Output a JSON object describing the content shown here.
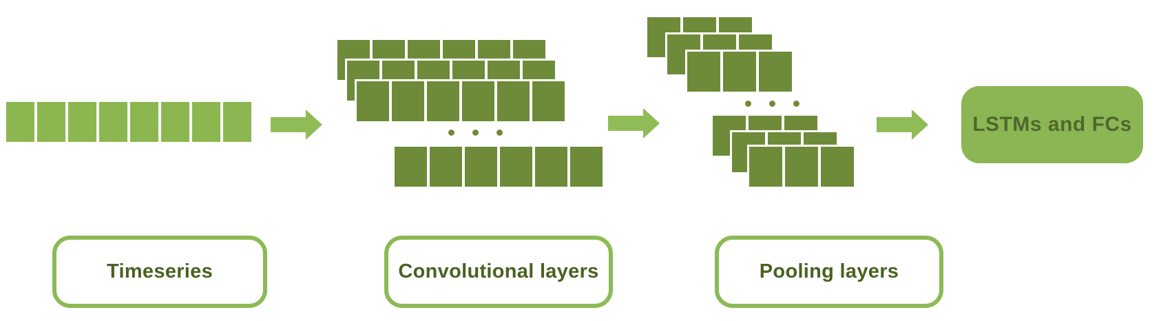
{
  "colors": {
    "light_square_green": "#8cb750",
    "dark_square_green": "#6d8b39",
    "arrow_green": "#90bc57",
    "box_border_green": "#8cba55",
    "lstm_fill_green": "#8cb654",
    "label_text_green": "#4a6120",
    "lstm_text_green": "#4f672c"
  },
  "stages": {
    "timeseries": {
      "label": "Timeseries",
      "squares": 8
    },
    "conv": {
      "label": "Convolutional layers",
      "stacked_rows": 3,
      "squares_per_row": 6,
      "bottom_row_squares": 6,
      "ellipsis_dots": 3
    },
    "pooling": {
      "label": "Pooling layers",
      "groups": 2,
      "rows_per_group": 3,
      "squares_per_row": 3,
      "ellipsis_dots": 3
    },
    "lstm": {
      "label": "LSTMs and FCs"
    }
  }
}
